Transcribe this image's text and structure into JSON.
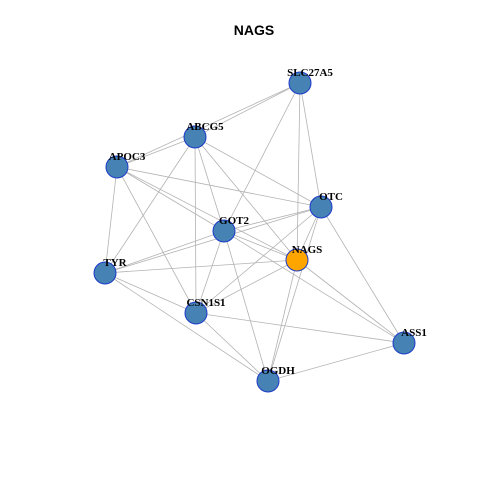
{
  "title": "NAGS",
  "colors": {
    "node_fill": "#4682B4",
    "node_stroke": "#1C3AC8",
    "focus_fill": "#FFA500",
    "edge": "#B3B3B3"
  },
  "nodes": [
    {
      "id": "SLC27A5",
      "label": "SLC27A5",
      "focus": false
    },
    {
      "id": "ABCG5",
      "label": "ABCG5",
      "focus": false
    },
    {
      "id": "APOC3",
      "label": "APOC3",
      "focus": false
    },
    {
      "id": "OTC",
      "label": "OTC",
      "focus": false
    },
    {
      "id": "GOT2",
      "label": "GOT2",
      "focus": false
    },
    {
      "id": "NAGS",
      "label": "NAGS",
      "focus": true
    },
    {
      "id": "TYR",
      "label": "TYR",
      "focus": false
    },
    {
      "id": "CSN1S1",
      "label": "CSN1S1",
      "focus": false
    },
    {
      "id": "ASS1",
      "label": "ASS1",
      "focus": false
    },
    {
      "id": "OGDH",
      "label": "OGDH",
      "focus": false
    }
  ],
  "edges": [
    [
      "SLC27A5",
      "ABCG5"
    ],
    [
      "SLC27A5",
      "APOC3"
    ],
    [
      "SLC27A5",
      "OTC"
    ],
    [
      "SLC27A5",
      "GOT2"
    ],
    [
      "SLC27A5",
      "NAGS"
    ],
    [
      "ABCG5",
      "APOC3"
    ],
    [
      "ABCG5",
      "OTC"
    ],
    [
      "ABCG5",
      "GOT2"
    ],
    [
      "ABCG5",
      "NAGS"
    ],
    [
      "ABCG5",
      "TYR"
    ],
    [
      "ABCG5",
      "CSN1S1"
    ],
    [
      "APOC3",
      "OTC"
    ],
    [
      "APOC3",
      "GOT2"
    ],
    [
      "APOC3",
      "NAGS"
    ],
    [
      "APOC3",
      "TYR"
    ],
    [
      "APOC3",
      "CSN1S1"
    ],
    [
      "OTC",
      "GOT2"
    ],
    [
      "OTC",
      "NAGS"
    ],
    [
      "OTC",
      "TYR"
    ],
    [
      "OTC",
      "CSN1S1"
    ],
    [
      "OTC",
      "ASS1"
    ],
    [
      "OTC",
      "OGDH"
    ],
    [
      "GOT2",
      "NAGS"
    ],
    [
      "GOT2",
      "TYR"
    ],
    [
      "GOT2",
      "CSN1S1"
    ],
    [
      "GOT2",
      "ASS1"
    ],
    [
      "GOT2",
      "OGDH"
    ],
    [
      "NAGS",
      "TYR"
    ],
    [
      "NAGS",
      "CSN1S1"
    ],
    [
      "NAGS",
      "ASS1"
    ],
    [
      "NAGS",
      "OGDH"
    ],
    [
      "TYR",
      "CSN1S1"
    ],
    [
      "TYR",
      "OGDH"
    ],
    [
      "CSN1S1",
      "ASS1"
    ],
    [
      "CSN1S1",
      "OGDH"
    ],
    [
      "ASS1",
      "OGDH"
    ]
  ]
}
